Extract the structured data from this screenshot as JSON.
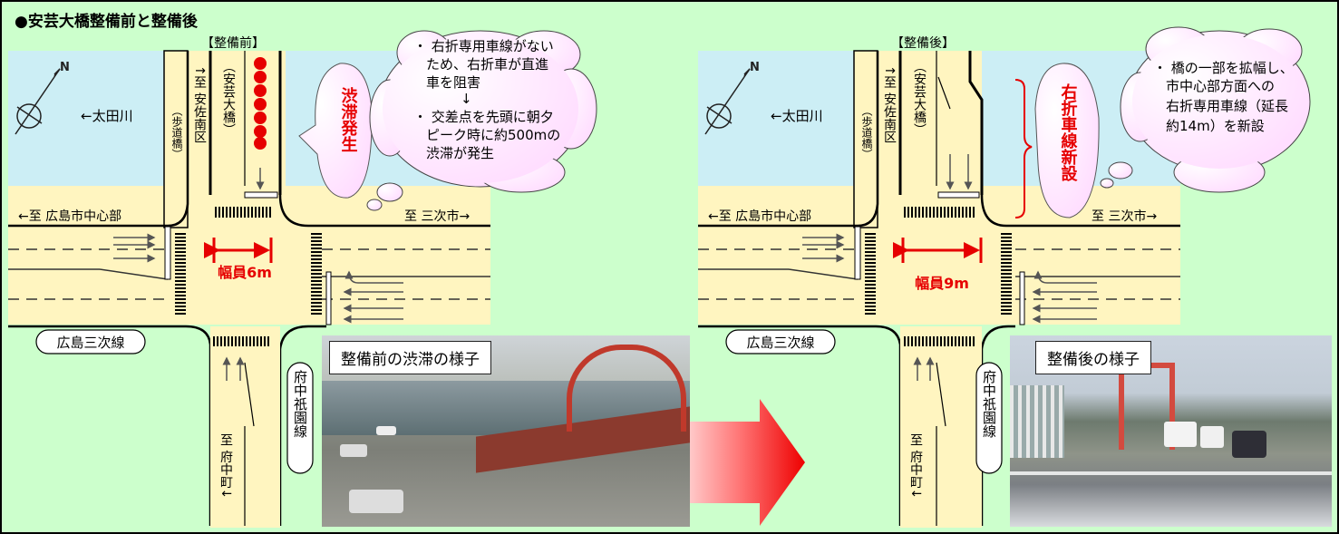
{
  "title": "●安芸大橋整備前と整備後",
  "before": {
    "header": "【整備前】",
    "river": "←太田川",
    "bridge": "（安芸大橋）",
    "walkway": "（歩道橋）",
    "to_asa": "↑至 安佐南区",
    "to_hiroshima": "←至 広島市中心部",
    "to_miyoshi": "至 三次市→",
    "road_name": "広島三次線",
    "fuchu_road": "府中祇園線",
    "to_fuchu": "至 府中町↓",
    "width_label": "幅員6m",
    "bubble_red": "渋滞発生",
    "cloud_lines": [
      "・ 右折専用車線がない",
      "ため、右折車が直進",
      "車を阻害",
      "↓",
      "・ 交差点を先頭に朝夕",
      "ピーク時に約500mの",
      "渋滞が発生"
    ],
    "photo_caption": "整備前の渋滞の様子"
  },
  "after": {
    "header": "【整備後】",
    "river": "←太田川",
    "bridge": "（安芸大橋）",
    "walkway": "（歩道橋）",
    "to_asa": "↑至 安佐南区",
    "to_hiroshima": "←至 広島市中心部",
    "to_miyoshi": "至 三次市→",
    "road_name": "広島三次線",
    "fuchu_road": "府中祇園線",
    "to_fuchu": "至 府中町↓",
    "width_label": "幅員9m",
    "new_lane_label": "右折車線新設",
    "cloud_lines": [
      "・ 橋の一部を拡幅し、",
      "市中心部方面への",
      "右折専用車線（延長",
      "約14m）を新設"
    ],
    "photo_caption": "整備後の様子"
  },
  "colors": {
    "background_green": "#ccffcc",
    "river_blue": "#cceef5",
    "road_beige": "#fff5c0",
    "accent_red": "#e60000",
    "cloud_pink": "#ffe8ff"
  },
  "icons": [
    "compass-north-icon",
    "congestion-dot-icon",
    "right-arrow-icon"
  ]
}
